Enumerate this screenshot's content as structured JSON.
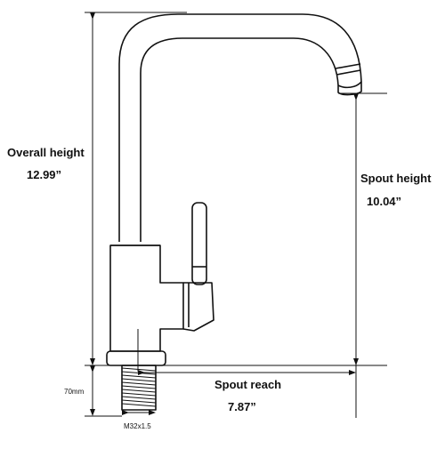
{
  "labels": {
    "overall_height": "Overall height",
    "overall_height_value": "12.99”",
    "spout_height": "Spout height",
    "spout_height_value": "10.04”",
    "spout_reach": "Spout reach",
    "spout_reach_value": "7.87”",
    "base_height": "70mm",
    "thread_size": "M32x1.5"
  },
  "colors": {
    "line": "#111111",
    "background": "#ffffff"
  }
}
